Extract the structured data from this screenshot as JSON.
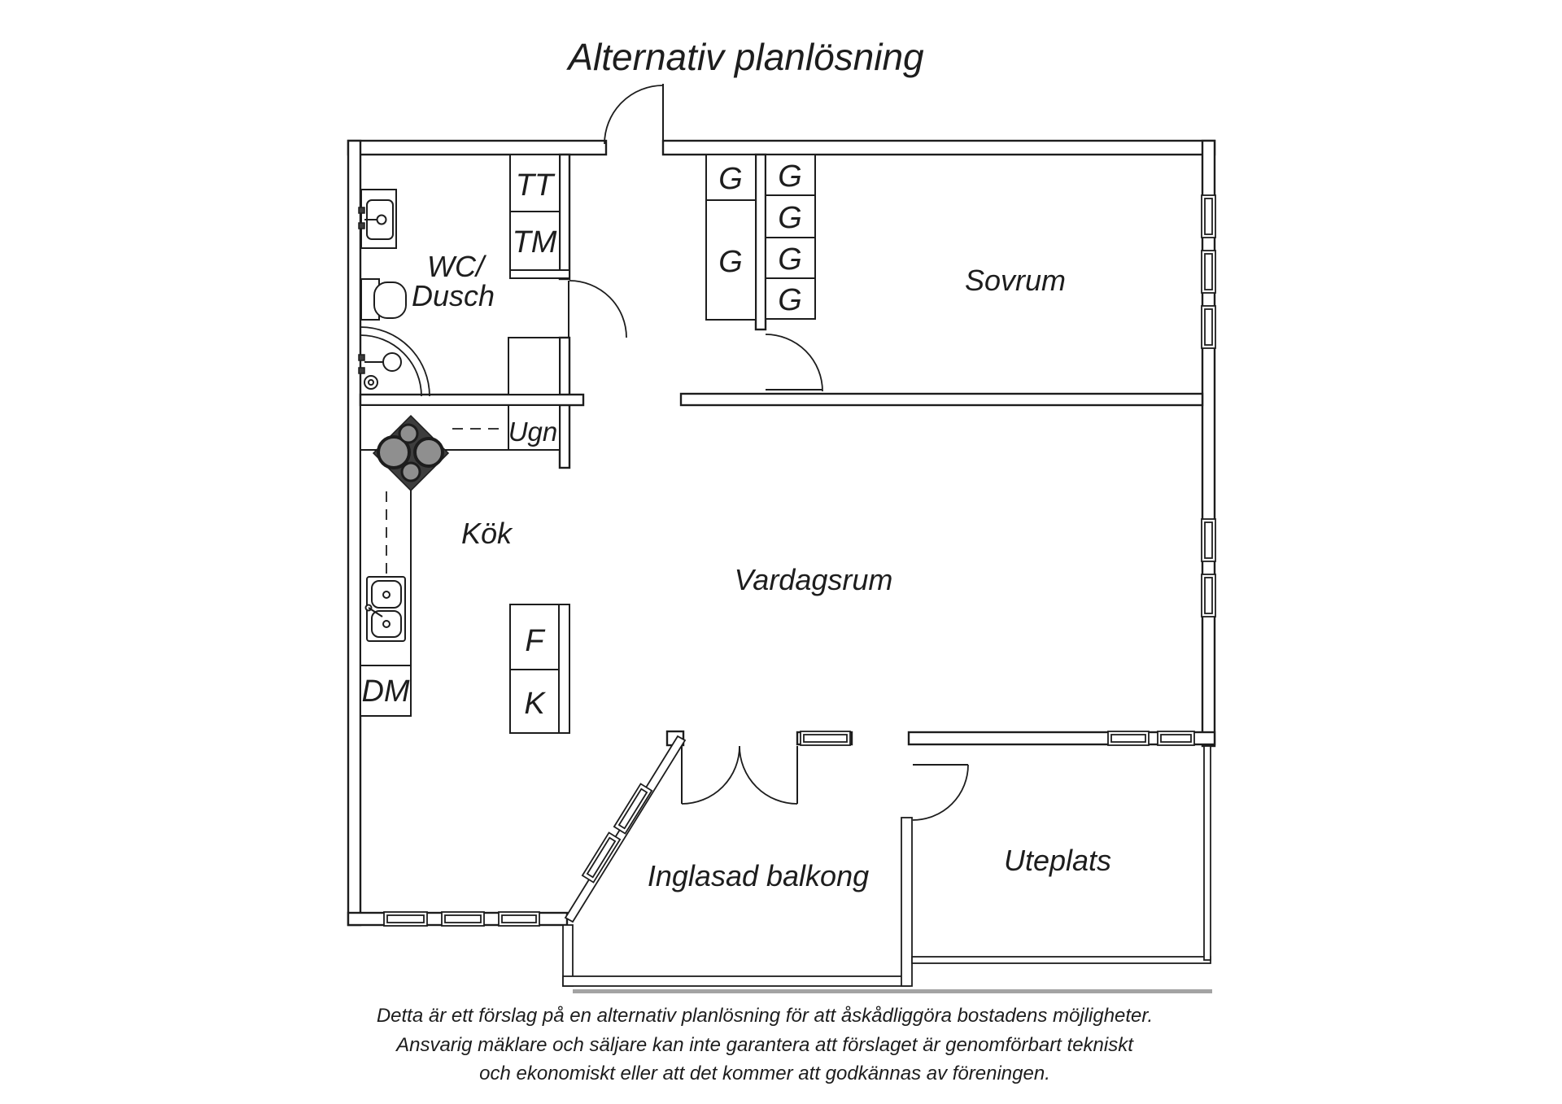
{
  "title": "Alternativ planlösning",
  "rooms": {
    "wc_line1": "WC/",
    "wc_line2": "Dusch",
    "bedroom": "Sovrum",
    "kitchen": "Kök",
    "living": "Vardagsrum",
    "balcony": "Inglasad balkong",
    "patio": "Uteplats"
  },
  "labels": {
    "dryer": "TT",
    "washer": "TM",
    "oven": "Ugn",
    "dishwasher": "DM",
    "freezer": "F",
    "fridge": "K"
  },
  "closets": {
    "units": [
      "G",
      "G",
      "G",
      "G",
      "G",
      "G"
    ]
  },
  "disclaimer": {
    "line1": "Detta är ett förslag på en alternativ planlösning för att åskådliggöra bostadens möjligheter.",
    "line2": "Ansvarig mäklare och säljare kan inte garantera att förslaget är genomförbart tekniskt",
    "line3": "och ekonomiskt eller att det kommer att godkännas av föreningen."
  },
  "colors": {
    "line": "#1d1d1d",
    "ground_line": "#a3a3a3",
    "stove": "#3d3d3d",
    "burner": "#8f8f8f",
    "background": "#ffffff"
  }
}
